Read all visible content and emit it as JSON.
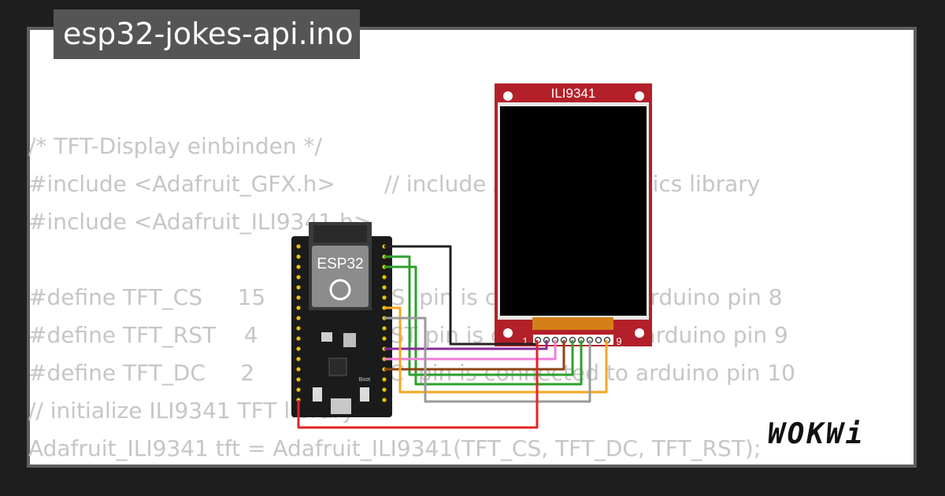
{
  "title": "esp32-jokes-api.ino",
  "code_lines": [
    "/* TFT-Display einbinden */",
    "#include <Adafruit_GFX.h>       // include Adafruit graphics library",
    "#include <Adafruit_ILI9341.h>",
    "",
    "#define TFT_CS     15      // TFT CS  pin is connected to arduino pin 8",
    "#define TFT_RST    4       // TFT RST pin is connected to arduino pin 9",
    "#define TFT_DC     2       // TFT DC  pin is connected to arduino pin 10",
    "// initialize ILI9341 TFT library",
    "Adafruit_ILI9341 tft = Adafruit_ILI9341(TFT_CS, TFT_DC, TFT_RST);"
  ],
  "esp32": {
    "label": "ESP32",
    "boot_label": "Boot"
  },
  "display": {
    "label": "ILI9341",
    "pin_first": "1",
    "pin_last": "9"
  },
  "logo": "WOKWi",
  "colors": {
    "background": "#1e1e1e",
    "canvas": "#ffffff",
    "pcb_red": "#b3202a",
    "esp_board": "#1b1b1b",
    "code_text": "#c6c6c6",
    "wire_black": "#222222",
    "wire_green": "#2ea02e",
    "wire_purple": "#8a2a9a",
    "wire_pink": "#f07ed8",
    "wire_brown": "#8b4513",
    "wire_orange": "#f5a623",
    "wire_gray": "#9a9a9a",
    "wire_red": "#e02424"
  }
}
